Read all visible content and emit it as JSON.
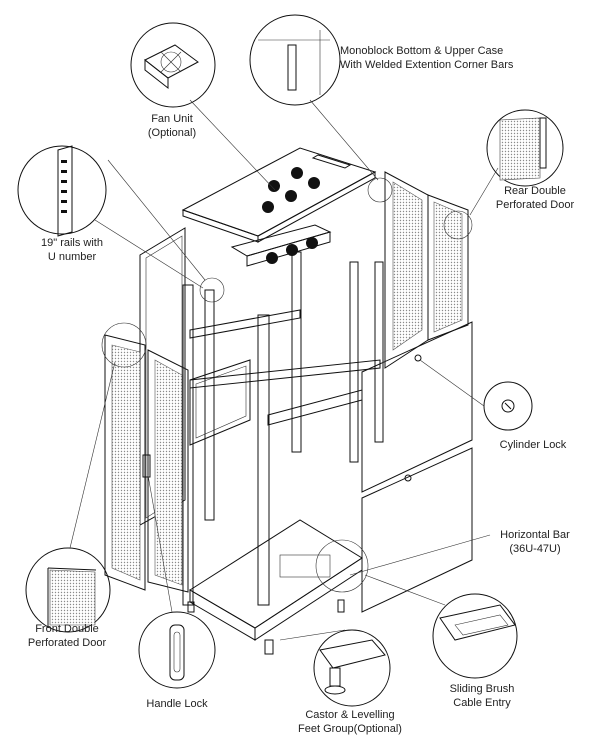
{
  "labels": {
    "monoblock": [
      "Monoblock Bottom & Upper Case",
      "With Welded Extention Corner Bars"
    ],
    "fan_unit": [
      "Fan Unit",
      "(Optional)"
    ],
    "rear_door": [
      "Rear Double",
      "Perforated Door"
    ],
    "rails": [
      "19\" rails with",
      "U  number"
    ],
    "cylinder_lock": [
      "Cylinder Lock"
    ],
    "horizontal_bar": [
      "Horizontal Bar",
      "(36U-47U)"
    ],
    "front_door": [
      "Front Double",
      "Perforated Door"
    ],
    "sliding_brush": [
      "Sliding Brush",
      "Cable Entry"
    ],
    "handle_lock": [
      "Handle Lock"
    ],
    "castor": [
      "Castor & Levelling",
      "Feet Group(Optional)"
    ]
  },
  "colors": {
    "line": "#111111",
    "perforation": "#9a9a9a",
    "background": "#ffffff"
  }
}
